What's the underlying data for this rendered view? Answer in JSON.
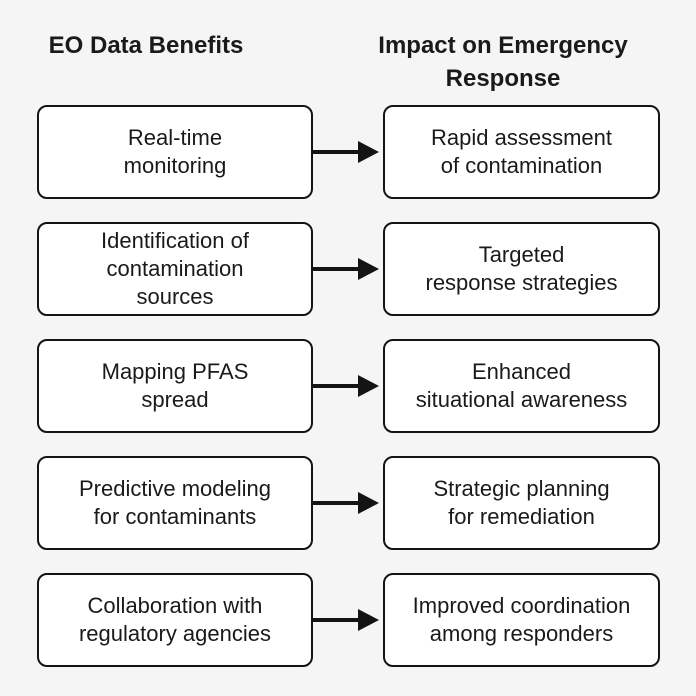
{
  "diagram": {
    "left_header": "EO Data Benefits",
    "right_header": "Impact on Emergency\nResponse",
    "rows": [
      {
        "benefit": "Real-time\nmonitoring",
        "impact": "Rapid assessment\nof contamination"
      },
      {
        "benefit": "Identification of\ncontamination\nsources",
        "impact": "Targeted\nresponse strategies"
      },
      {
        "benefit": "Mapping PFAS\nspread",
        "impact": "Enhanced\nsituational awareness"
      },
      {
        "benefit": "Predictive modeling\nfor contaminants",
        "impact": "Strategic planning\nfor remediation"
      },
      {
        "benefit": "Collaboration with\nregulatory agencies",
        "impact": "Improved coordination\namong responders"
      }
    ],
    "colors": {
      "background": "#f5f5f5",
      "box_fill": "#ffffff",
      "box_border": "#141414",
      "arrow": "#141414",
      "text": "#1a1a1a"
    }
  }
}
